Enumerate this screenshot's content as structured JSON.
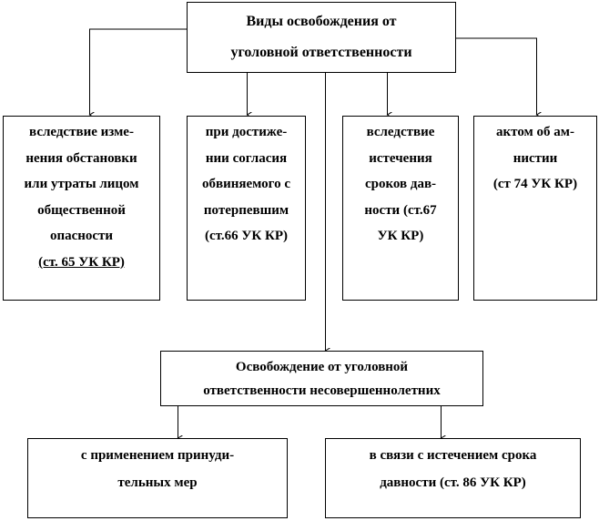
{
  "root": {
    "lines": [
      "Виды освобождения от",
      "уголовной ответственности"
    ]
  },
  "categories": [
    {
      "lines": [
        "вследствие изме-",
        "нения обстановки",
        "или утраты лицом",
        "общественной",
        "опасности",
        "(ст. 65 УК КР)"
      ]
    },
    {
      "lines": [
        "при достиже-",
        "нии согласия",
        "обвиняемого с",
        "потерпевшим",
        "(ст.66 УК КР)"
      ]
    },
    {
      "lines": [
        "вследствие",
        "истечения",
        "сроков дав-",
        "ности (ст.67",
        "УК КР)"
      ]
    },
    {
      "lines": [
        "актом об ам-",
        "нистии",
        "(ст 74  УК КР)"
      ]
    }
  ],
  "minors": {
    "lines": [
      "Освобождение от уголовной",
      "ответственности несовершеннолетних"
    ]
  },
  "minor_types": [
    {
      "lines": [
        "с применением принуди-",
        "тельных мер"
      ]
    },
    {
      "lines": [
        "в связи с истечением срока",
        "давности (ст. 86 УК КР)"
      ]
    }
  ]
}
